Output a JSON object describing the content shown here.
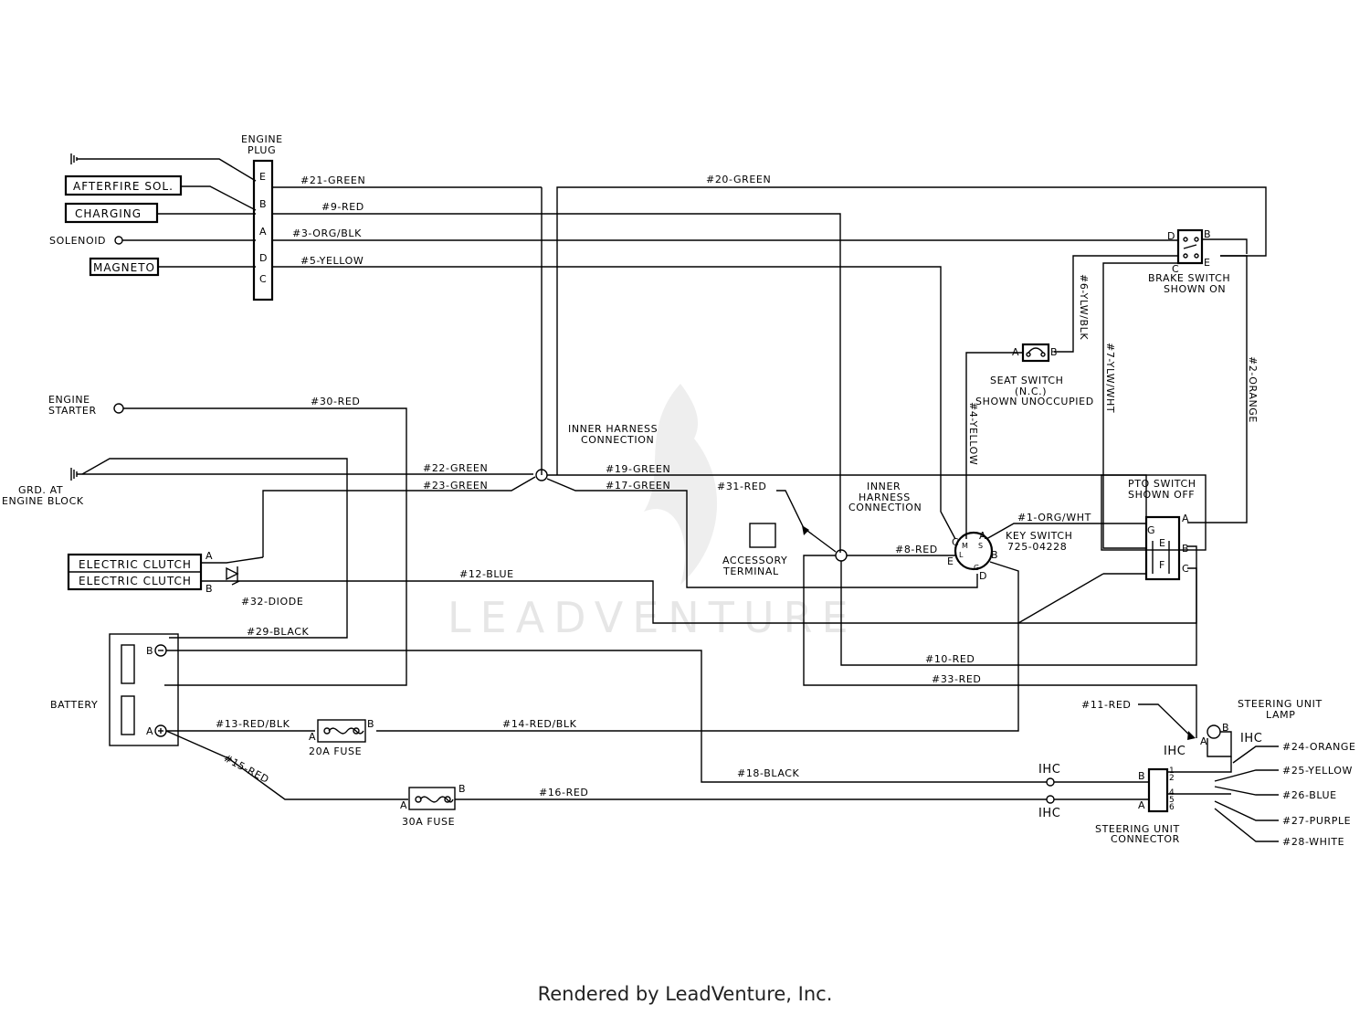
{
  "footer": "Rendered by LeadVenture, Inc.",
  "watermark": "LEADVENTURE",
  "labels": {
    "engine_plug": "ENGINE",
    "engine_plug_2": "PLUG",
    "afterfire": "AFTERFIRE SOL.",
    "charging": "CHARGING",
    "solenoid": "SOLENOID",
    "magneto": "MAGNETO",
    "pin_e": "E",
    "pin_b": "B",
    "pin_a": "A",
    "pin_d": "D",
    "pin_c": "C",
    "w21": "#21-GREEN",
    "w9": "#9-RED",
    "w3": "#3-ORG/BLK",
    "w5": "#5-YELLOW",
    "w20": "#20-GREEN",
    "engine_starter": "ENGINE",
    "engine_starter_2": "STARTER",
    "w30": "#30-RED",
    "grd": "GRD. AT",
    "grd_2": "ENGINE BLOCK",
    "w22": "#22-GREEN",
    "w23": "#23-GREEN",
    "inner_harness": "INNER HARNESS",
    "inner_harness_2": "CONNECTION",
    "w19": "#19-GREEN",
    "w17": "#17-GREEN",
    "w31": "#31-RED",
    "inner_harness_b": "INNER",
    "inner_harness_b2": "HARNESS",
    "inner_harness_b3": "CONNECTION",
    "electric_clutch_1": "ELECTRIC CLUTCH",
    "electric_clutch_2": "ELECTRIC CLUTCH",
    "clutch_a": "A",
    "clutch_b": "B",
    "diode": "#32-DIODE",
    "w12": "#12-BLUE",
    "accessory": "ACCESSORY",
    "accessory_2": "TERMINAL",
    "w8": "#8-RED",
    "key_switch": "KEY SWITCH",
    "key_switch_2": "725-04228",
    "w1": "#1-ORG/WHT",
    "w4": "#4-YELLOW",
    "w6": "#6-YLW/BLK",
    "w7": "#7-YLW/WHT",
    "w2": "#2-ORANGE",
    "seat_switch": "SEAT SWITCH",
    "seat_switch_2": "(N.C.)",
    "seat_switch_3": "SHOWN UNOCCUPIED",
    "brake_switch": "BRAKE SWITCH",
    "brake_switch_2": "SHOWN ON",
    "pto_switch": "PTO SWITCH",
    "pto_switch_2": "SHOWN OFF",
    "battery": "BATTERY",
    "w29": "#29-BLACK",
    "w13": "#13-RED/BLK",
    "w14": "#14-RED/BLK",
    "fuse20": "20A FUSE",
    "w15": "#15-RED",
    "w16": "#16-RED",
    "fuse30": "30A FUSE",
    "w10": "#10-RED",
    "w33": "#33-RED",
    "w11": "#11-RED",
    "w18": "#18-BLACK",
    "steering_lamp": "STEERING UNIT",
    "steering_lamp_2": "LAMP",
    "ihc": "IHC",
    "w24": "#24-ORANGE",
    "w25": "#25-YELLOW",
    "w26": "#26-BLUE",
    "w27": "#27-PURPLE",
    "w28": "#28-WHITE",
    "steering_conn": "STEERING UNIT",
    "steering_conn_2": "CONNECTOR",
    "term_a": "A",
    "term_b": "B",
    "term_c": "C",
    "term_d": "D",
    "term_e": "E",
    "term_f": "F",
    "term_g": "G",
    "term_m": "M",
    "term_l": "L",
    "term_s": "S",
    "n1": "1",
    "n2": "2",
    "n4": "4",
    "n5": "5",
    "n6": "6"
  }
}
